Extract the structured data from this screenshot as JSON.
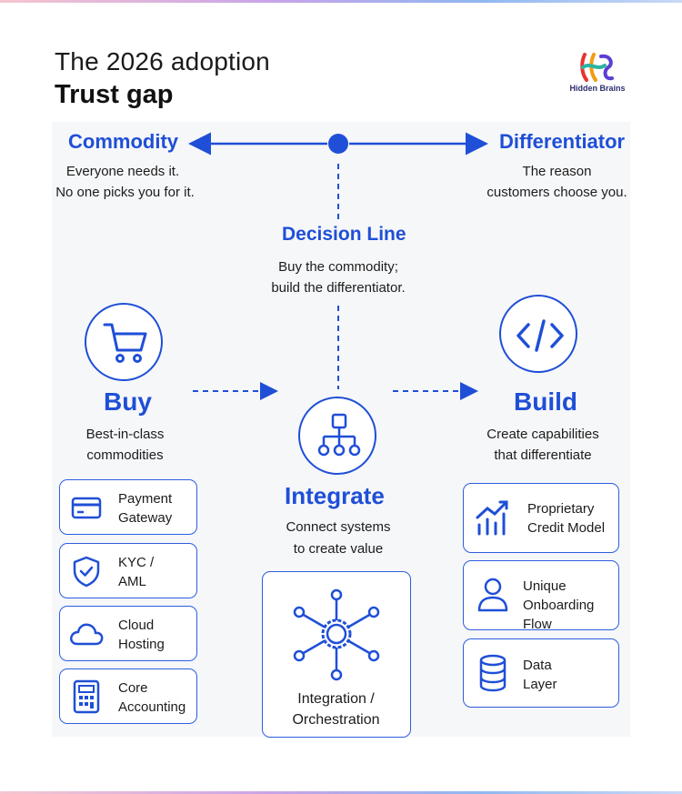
{
  "header": {
    "title_line1": "The 2026 adoption",
    "title_line2": "Trust gap"
  },
  "logo": {
    "text": "Hidden Brains",
    "icon": "hidden-brains-logo-mark"
  },
  "axis": {
    "left_label": "Commodity",
    "left_desc": [
      "Everyone needs it.",
      "No one picks you for it."
    ],
    "right_label": "Differentiator",
    "right_desc": [
      "The reason",
      "customers choose you."
    ]
  },
  "decision": {
    "label": "Decision Line",
    "desc": [
      "Buy the commodity;",
      "build the differentiator."
    ]
  },
  "buy": {
    "label": "Buy",
    "icon": "shopping-cart-icon",
    "desc": [
      "Best-in-class",
      "commodities"
    ],
    "items": [
      {
        "icon": "credit-card-icon",
        "lines": [
          "Payment",
          "Gateway"
        ]
      },
      {
        "icon": "shield-check-icon",
        "lines": [
          "KYC /",
          "AML"
        ]
      },
      {
        "icon": "cloud-icon",
        "lines": [
          "Cloud",
          "Hosting"
        ]
      },
      {
        "icon": "calculator-icon",
        "lines": [
          "Core",
          "Accounting"
        ]
      }
    ]
  },
  "integrate": {
    "label": "Integrate",
    "icon": "hierarchy-icon",
    "desc": [
      "Connect systems",
      "to create value"
    ],
    "card": {
      "icon": "hub-network-icon",
      "lines": [
        "Integration /",
        "Orchestration"
      ]
    }
  },
  "build": {
    "label": "Build",
    "icon": "code-icon",
    "desc": [
      "Create capabilities",
      "that differentiate"
    ],
    "items": [
      {
        "icon": "growth-chart-icon",
        "lines": [
          "Proprietary",
          "Credit Model"
        ]
      },
      {
        "icon": "user-icon",
        "lines": [
          "Unique",
          "Onboarding Flow"
        ]
      },
      {
        "icon": "database-icon",
        "lines": [
          "Data",
          "Layer"
        ]
      }
    ]
  },
  "colors": {
    "accent": "#1f4fd6",
    "card_border": "#2d5ee0",
    "canvas": "#f6f7f9"
  }
}
